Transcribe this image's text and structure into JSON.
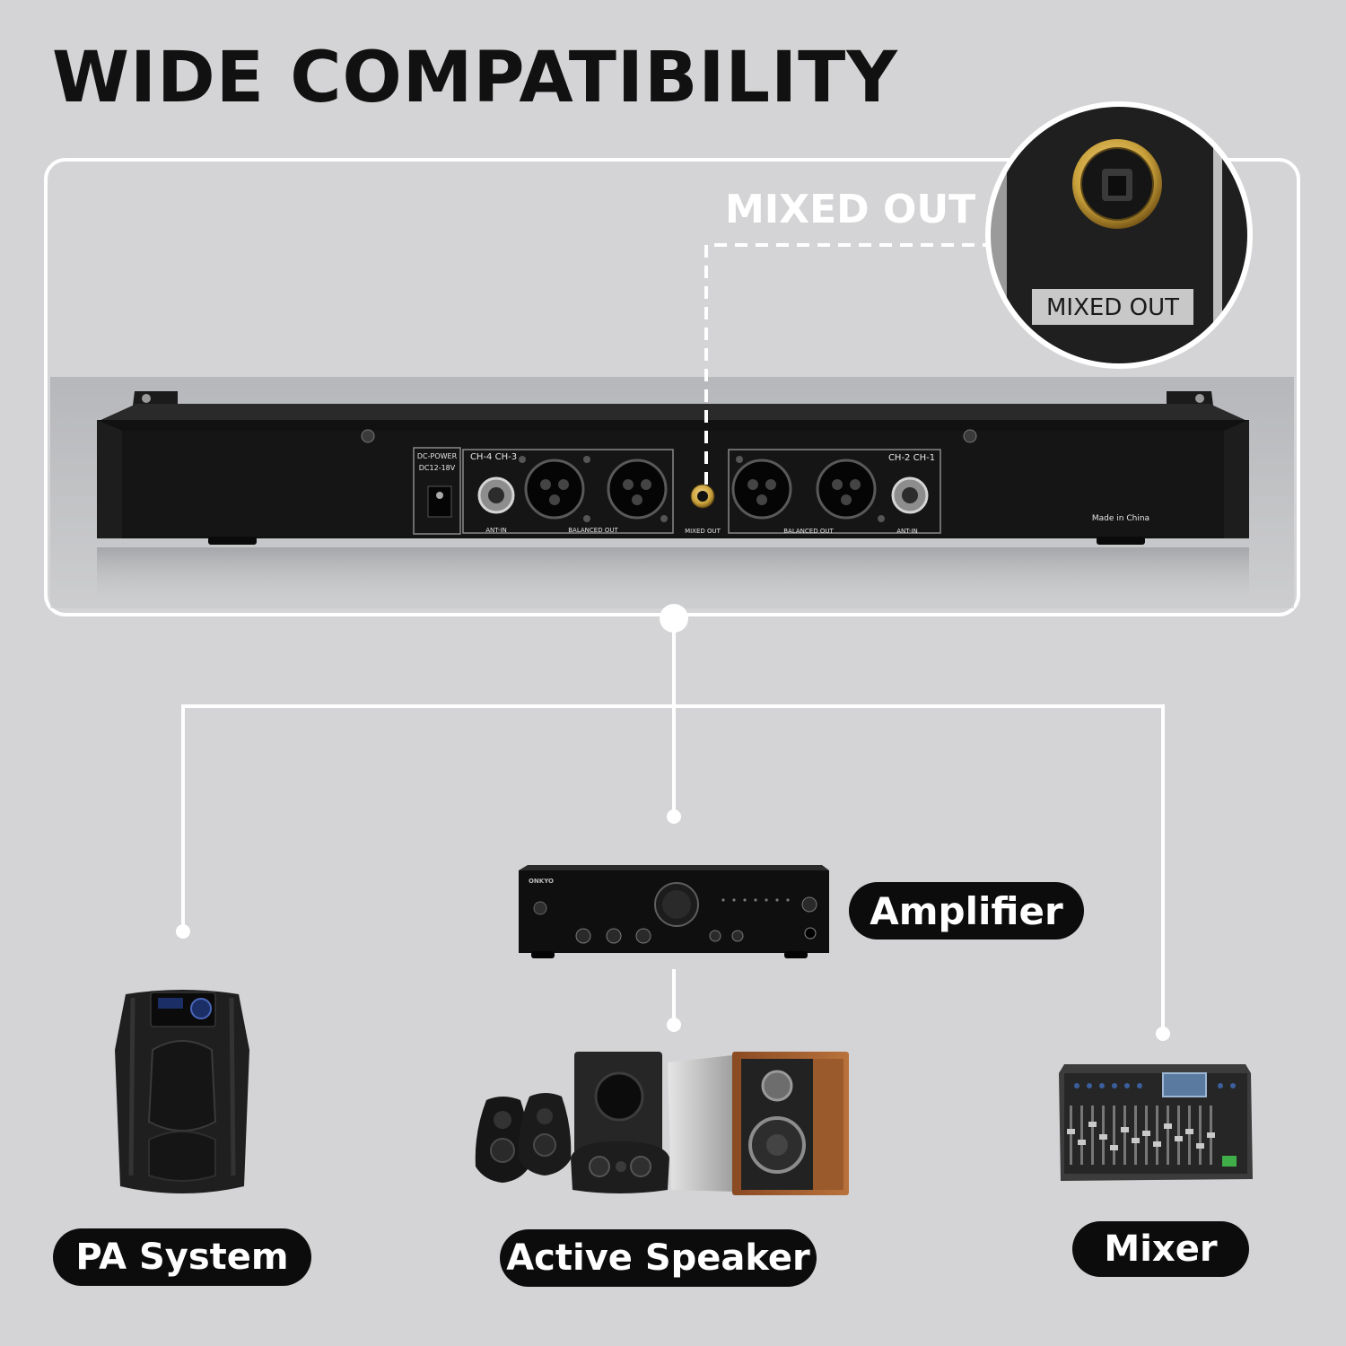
{
  "heading": "WIDE COMPATIBILITY",
  "callout": {
    "caption": "MIXED OUT",
    "zoom_label": "MIXED OUT"
  },
  "panel_labels": {
    "dc_power": "DC-POWER",
    "dc_voltage": "DC12-18V",
    "left_channels": "CH-4 CH-3",
    "right_channels": "CH-2 CH-1",
    "ant_in_left": "ANT-IN",
    "balanced_out_left": "BALANCED OUT",
    "mixed_out": "MIXED OUT",
    "balanced_out_right": "BALANCED OUT",
    "ant_in_right": "ANT-IN",
    "origin": "Made in China"
  },
  "amplifier_brand": "ONKYO",
  "devices": {
    "amplifier": "Amplifier",
    "pa_system": "PA System",
    "active_speaker": "Active Speaker",
    "mixer": "Mixer"
  },
  "colors": {
    "background": "#d4d4d6",
    "frame_line": "#ffffff",
    "pill": "#0c0c0c",
    "brass_jack": "#c9a13b"
  }
}
